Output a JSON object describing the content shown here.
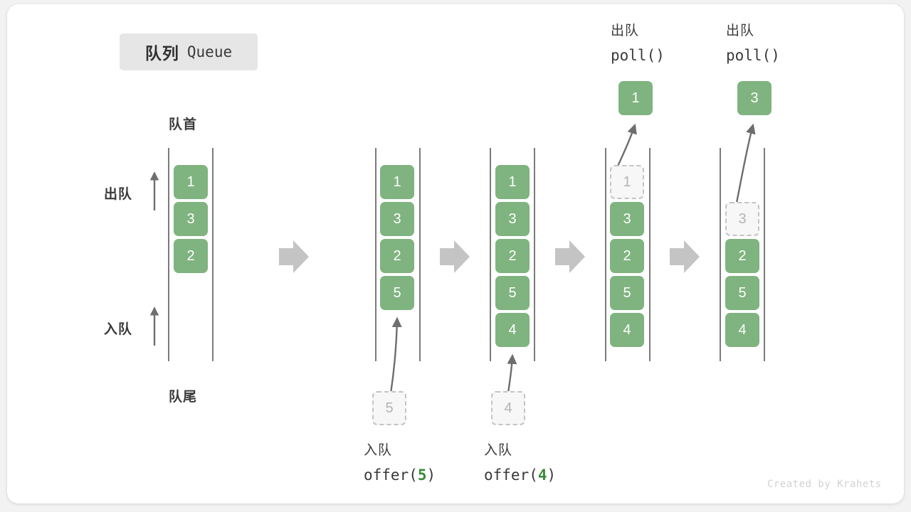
{
  "title": {
    "cn": "队列",
    "en": "Queue"
  },
  "credit": "Created by Krahets",
  "labels": {
    "head": "队首",
    "tail": "队尾",
    "dequeue": "出队",
    "enqueue": "入队"
  },
  "colors": {
    "cell_green": "#7fb37f",
    "cell_text": "#ffffff",
    "ghost_fill": "#f7f7f7",
    "ghost_border": "#c4c4c4",
    "ghost_text": "#b4b4b4",
    "rail": "#5a5a5a",
    "arrow_gray": "#c4c4c4",
    "curve_arrow": "#6e6e6e",
    "badge_bg": "#e6e6e6",
    "text": "#3a3a3a",
    "code_accent": "#3a8a3a",
    "credit": "#d2d2d2"
  },
  "steps": [
    {
      "id": "initial",
      "cells": [
        {
          "value": "1",
          "state": "filled"
        },
        {
          "value": "3",
          "state": "filled"
        },
        {
          "value": "2",
          "state": "filled"
        }
      ],
      "side_labels": {
        "top": "出队",
        "bottom": "入队"
      },
      "head_label": "队首",
      "tail_label": "队尾"
    },
    {
      "id": "offer-5",
      "cells": [
        {
          "value": "1",
          "state": "filled"
        },
        {
          "value": "3",
          "state": "filled"
        },
        {
          "value": "2",
          "state": "filled"
        },
        {
          "value": "5",
          "state": "filled"
        }
      ],
      "incoming": {
        "value": "5",
        "state": "ghost"
      },
      "op": {
        "cn": "入队",
        "code_prefix": "offer(",
        "code_value": "5",
        "code_suffix": ")"
      }
    },
    {
      "id": "offer-4",
      "cells": [
        {
          "value": "1",
          "state": "filled"
        },
        {
          "value": "3",
          "state": "filled"
        },
        {
          "value": "2",
          "state": "filled"
        },
        {
          "value": "5",
          "state": "filled"
        },
        {
          "value": "4",
          "state": "filled"
        }
      ],
      "incoming": {
        "value": "4",
        "state": "ghost"
      },
      "op": {
        "cn": "入队",
        "code_prefix": "offer(",
        "code_value": "4",
        "code_suffix": ")"
      }
    },
    {
      "id": "poll-1",
      "cells": [
        {
          "value": "1",
          "state": "ghost"
        },
        {
          "value": "3",
          "state": "filled"
        },
        {
          "value": "2",
          "state": "filled"
        },
        {
          "value": "5",
          "state": "filled"
        },
        {
          "value": "4",
          "state": "filled"
        }
      ],
      "outgoing": {
        "value": "1",
        "state": "filled"
      },
      "op": {
        "cn": "出队",
        "code": "poll()"
      }
    },
    {
      "id": "poll-3",
      "cells": [
        {
          "value": "3",
          "state": "ghost"
        },
        {
          "value": "2",
          "state": "filled"
        },
        {
          "value": "5",
          "state": "filled"
        },
        {
          "value": "4",
          "state": "filled"
        }
      ],
      "outgoing": {
        "value": "3",
        "state": "filled"
      },
      "op": {
        "cn": "出队",
        "code": "poll()"
      }
    }
  ]
}
